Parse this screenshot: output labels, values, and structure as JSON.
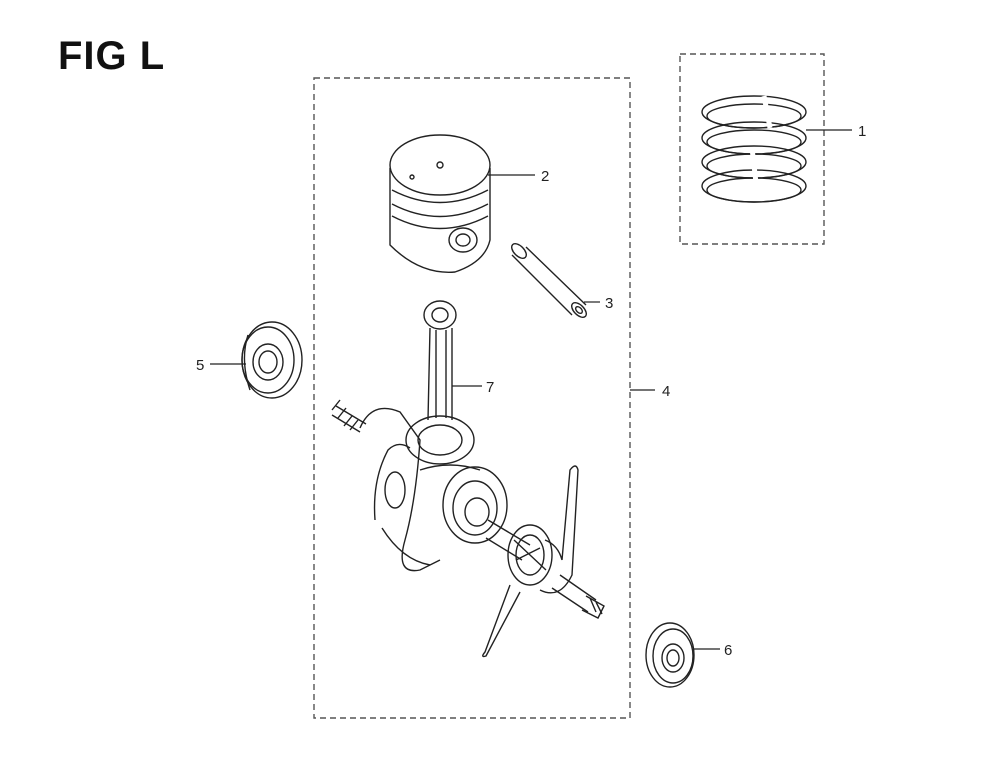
{
  "figure": {
    "title": "FIG L"
  },
  "callouts": {
    "piston_ring_set": "1",
    "piston": "2",
    "piston_pin": "3",
    "piston_crankshaft_assembly": "4",
    "oil_seal_left": "5",
    "oil_seal_right": "6",
    "connecting_rod": "7"
  },
  "colors": {
    "line": "#222222",
    "dash": "#555555",
    "background": "#ffffff"
  }
}
